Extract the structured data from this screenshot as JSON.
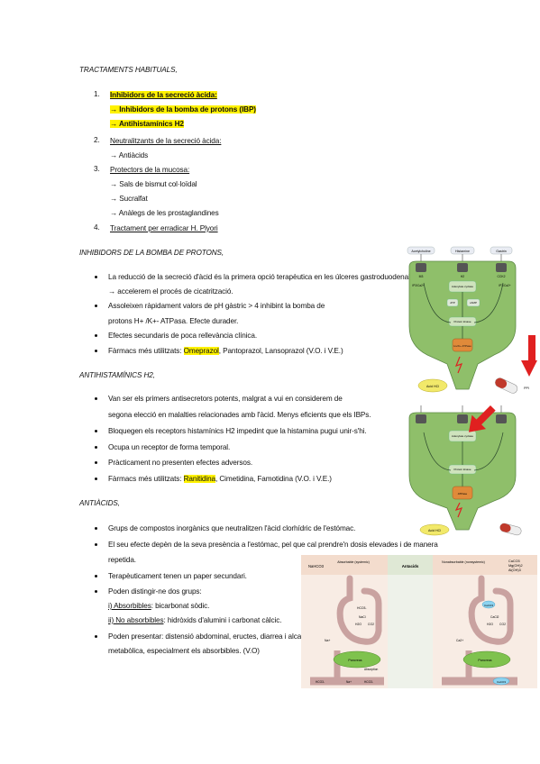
{
  "headings": {
    "tract": "TRACTAMENTS HABITUALS,",
    "ibp": "INHIBIDORS DE LA BOMBA DE PROTONS,",
    "antih": "ANTIHISTAMÍNICS H2,",
    "antiac": "ANTIÀCIDS,"
  },
  "list": [
    {
      "num": "1.",
      "title": "Inhibidors de la secreció àcida:",
      "subs": [
        "→ Inhibidors de la bomba de protons (IBP)",
        "→ Antihistamínics H2"
      ]
    },
    {
      "num": "2.",
      "title": "Neutralitzants de la secreció àcida:",
      "subs": [
        "→ Antiàcids"
      ]
    },
    {
      "num": "3.",
      "title": "Protectors de la mucosa:",
      "subs": [
        "→ Sals de bismut col·loïdal",
        "→ Sucralfat",
        "→ Anàlegs de les prostaglandines"
      ]
    },
    {
      "num": "4.",
      "title": "Tractament per erradicar H. Plyori",
      "subs": []
    }
  ],
  "ibp_bullets": {
    "b1_line1": "La reducció de la secreció d'àcid és la primera opció terapèutica en les úlceres gastroduodenals",
    "b1_line2": "→ accelerem el procés de cicatrització.",
    "b2_line1": "Assoleixen ràpidament valors de pH gàstric > 4 inhibint la bomba de",
    "b2_line2": "protons H+ /K+- ATPasa. Efecte durader.",
    "b3": "Efectes secundaris de poca rellevància clínica.",
    "b4_pre": "Fàrmacs més utilitzats: ",
    "b4_hl": "Omeprazol",
    "b4_post": ", Pantoprazol, Lansoprazol (V.O. i V.E.)"
  },
  "h2_bullets": {
    "b1_line1": "Van ser els primers antisecretors potents, malgrat a vui en considerem de",
    "b1_line2": "segona elecció en malalties relacionades amb l'àcid. Menys eficients que els IBPs.",
    "b2": "Bloquegen els receptors histamínics H2 impedint que la histamina pugui unir-s'hi.",
    "b3": "Ocupa un receptor de forma temporal.",
    "b4": "Pràcticament no presenten efectes adversos.",
    "b5_pre": "Fàrmacs més utilitzats: ",
    "b5_hl": "Ranitidina",
    "b5_post": ", Cimetidina, Famotidina (V.O. i V.E.)"
  },
  "ac_bullets": {
    "b1": "Grups de compostos inorgànics que neutralitzen l'àcid clorhídric de l'estómac.",
    "b2_line1": "El seu efecte depèn de la seva presència a l'estómac, pel que cal prendre'n dosis elevades i de manera",
    "b2_line2": "repetida.",
    "b3": "Terapèuticament tenen un paper secundari.",
    "b4": "Poden distingir-ne dos grups:",
    "b4_i_label": "i) Absorbibles",
    "b4_i_text": ": bicarbonat sòdic.",
    "b4_ii_label": "ii) No absorbibles",
    "b4_ii_text": ": hidròxids d'alumini i carbonat càlcic.",
    "b5_line1": "Poden presentar: distensió abdominal, eructes, diarrea i alcalosi",
    "b5_line2": "metabòlica, especialment els absorbibles. (V.O)"
  },
  "fig_cell": {
    "receptors": [
      "Acetylcholine",
      "Histamine",
      "Gastrin"
    ],
    "labels": [
      "M3",
      "H2",
      "CCK2",
      "IP3/Ca2+",
      "Adenylate cyclase",
      "IP3/Ca2+",
      "ATP",
      "cAMP",
      "Protein kinase",
      "H+/K+ ATPase",
      "Acid HCl",
      "PPI"
    ]
  },
  "fig_cell2": {
    "labels": [
      "Adenylate cyclase",
      "Protein kinase",
      "ATPase",
      "Acid HCl"
    ]
  },
  "fig_antacids": {
    "left_header": "Absorbable (systemic)",
    "left_compound": "NaHCO3",
    "center": "Antacids",
    "right_header": "Nonabsorbable (nonsystemic)",
    "right_compounds": [
      "CaCO3",
      "Mg(OH)2",
      "Al(OH)3"
    ],
    "left_labels": [
      "HCO3-",
      "NaCl",
      "H2O",
      "CO2",
      "Na+",
      "Pancreas",
      "Absorption",
      "HCO3-",
      "Na+",
      "HCO3-"
    ],
    "right_labels": [
      "CaCO3",
      "CaCl2",
      "H2O",
      "CO2",
      "Ca2+",
      "Pancreas",
      "CaCO3"
    ]
  },
  "colors": {
    "highlight": "#fff200",
    "cell_green": "#8fbf6a",
    "red_arrow": "#e02020"
  }
}
